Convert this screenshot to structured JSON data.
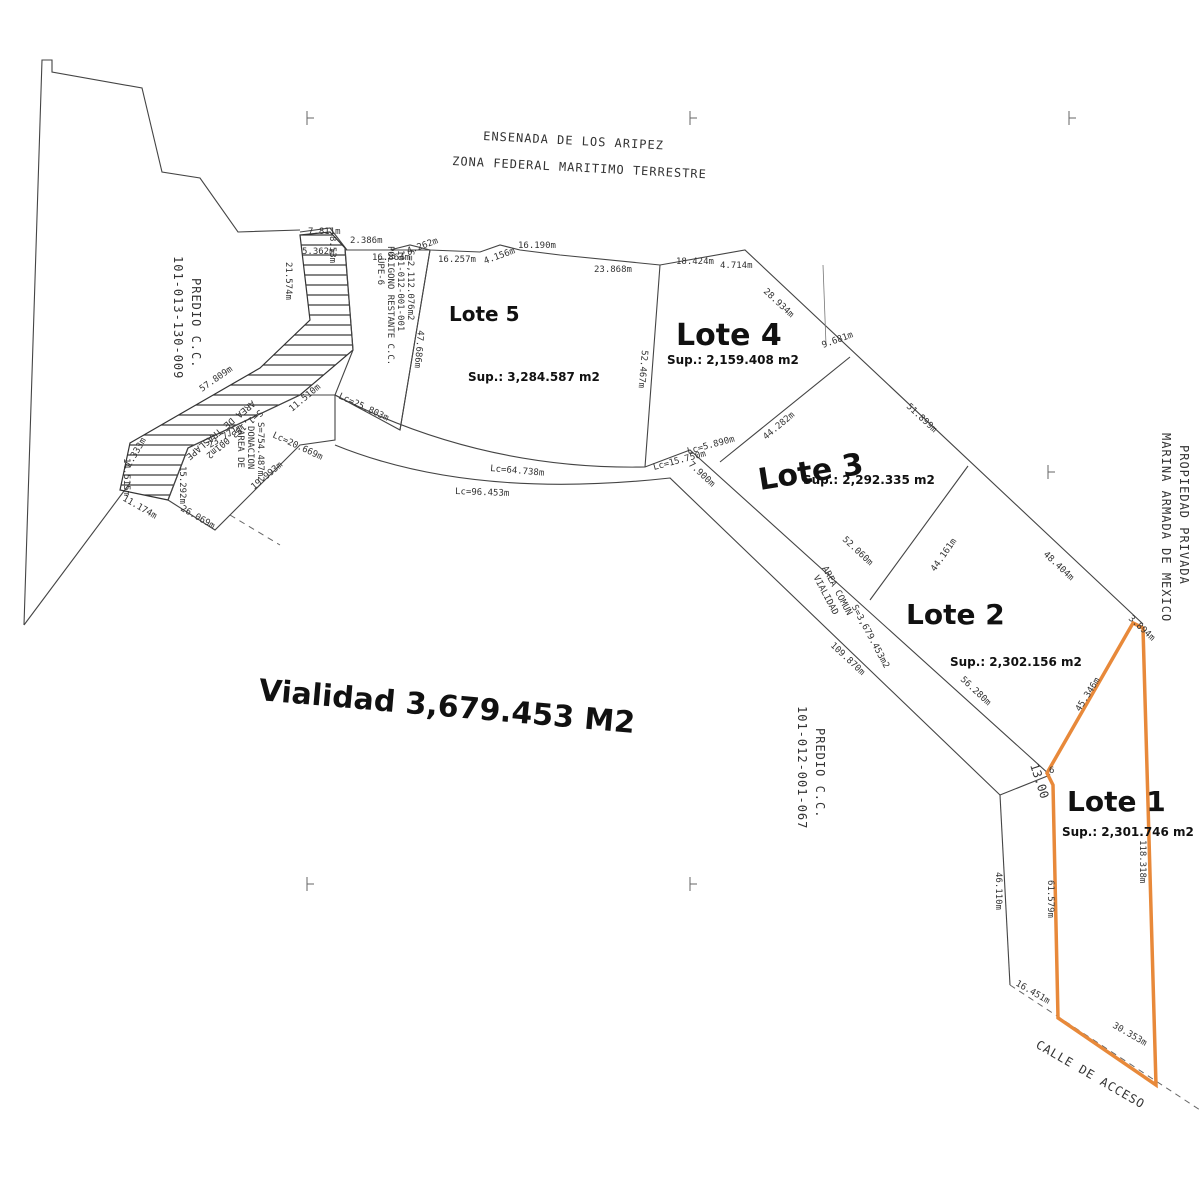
{
  "header": {
    "line1": "ENSENADA DE LOS ARIPEZ",
    "line2": "ZONA FEDERAL MARITIMO TERRESTRE"
  },
  "neighbors": {
    "west_predio": [
      "PREDIO C.C.",
      "101-013-130-009"
    ],
    "south_predio": [
      "PREDIO C.C.",
      "101-012-001-067"
    ],
    "east_property": [
      "PROPIEDAD PRIVADA",
      "MARINA ARMADA DE MEXICO"
    ],
    "calle": "CALLE DE ACCESO"
  },
  "areas": {
    "poligono": [
      "UPE-6",
      "POLIGONO RESTANTE C.C.",
      "101-012-001-001",
      "S=2,112.076m2"
    ],
    "traslape": [
      "AREA DE TRASLAPE",
      "S=1,183.001m2"
    ],
    "donacion": [
      "AREA DE",
      "DONACION",
      "S=754.487m2"
    ],
    "comun": [
      "AREA COMUN",
      "VIALIDAD",
      "S=3,679.453m2"
    ]
  },
  "lots": [
    {
      "name": "Lote 1",
      "sup": "Sup.: 2,301.746 m2",
      "highlight": "#e8893a"
    },
    {
      "name": "Lote 2",
      "sup": "Sup.: 2,302.156 m2"
    },
    {
      "name": "Lote 3",
      "sup": "Sup.: 2,292.335 m2"
    },
    {
      "name": "Lote 4",
      "sup": "Sup.: 2,159.408 m2"
    },
    {
      "name": "Lote 5",
      "sup": "Sup.: 3,284.587 m2"
    }
  ],
  "vialidad": "Vialidad 3,679.453 M2",
  "dimensions": {
    "top": [
      "7.811m",
      "5.362m",
      "2.386m",
      "4.262m",
      "16.864m",
      "16.257m",
      "4.156m",
      "16.190m",
      "23.868m",
      "18.424m",
      "4.714m",
      "28.934m",
      "9.681m"
    ],
    "lots": [
      "47.686m",
      "52.467m",
      "44.282m",
      "51.899m",
      "44.161m",
      "48.404m",
      "3.894m",
      "45.346m",
      "118.318m",
      "61.579m",
      "30.353m",
      "16.451m",
      "46.110m",
      "13.00",
      "6"
    ],
    "curves": [
      "Lc=25.803m",
      "Lc=20.669m",
      "Lc=64.738m",
      "Lc=15.750m",
      "Lc=5.890m",
      "7.900m",
      "Lc=96.453m",
      "52.060m",
      "56.280m",
      "109.870m"
    ],
    "west": [
      "21.574m",
      "57.809m",
      "11.510m",
      "23.771m",
      "15.292m",
      "14.515m",
      "11.174m",
      "26.069m",
      "19.993m",
      "1.333m",
      "8.53m"
    ]
  }
}
